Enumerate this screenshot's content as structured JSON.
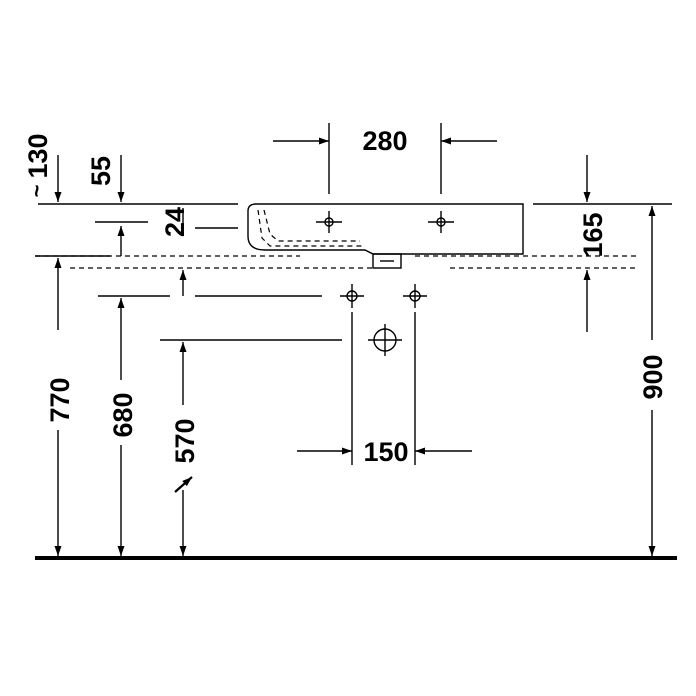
{
  "dimensions": {
    "approx_symbol": "~",
    "d130": "130",
    "d55": "55",
    "d24": "24",
    "d280": "280",
    "d165": "165",
    "d770": "770",
    "d680": "680",
    "d570": "570",
    "d150": "150",
    "d900": "900"
  },
  "colors": {
    "line": "#000000",
    "background": "#ffffff"
  }
}
